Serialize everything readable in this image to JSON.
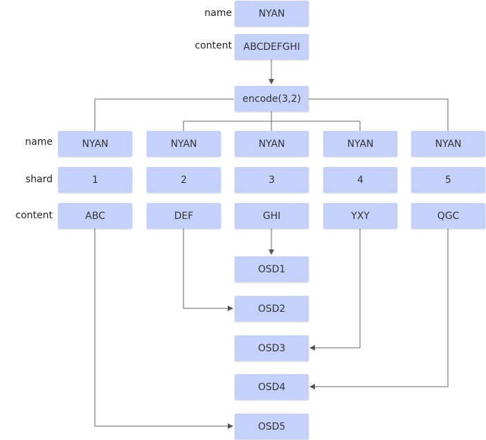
{
  "input": {
    "name_label": "name",
    "name_value": "NYAN",
    "content_label": "content",
    "content_value": "ABCDEFGHI"
  },
  "encoder": {
    "label": "encode(3,2)"
  },
  "row_labels": {
    "name": "name",
    "shard": "shard",
    "content": "content"
  },
  "shards": [
    {
      "name": "NYAN",
      "shard": "1",
      "content": "ABC"
    },
    {
      "name": "NYAN",
      "shard": "2",
      "content": "DEF"
    },
    {
      "name": "NYAN",
      "shard": "3",
      "content": "GHI"
    },
    {
      "name": "NYAN",
      "shard": "4",
      "content": "YXY"
    },
    {
      "name": "NYAN",
      "shard": "5",
      "content": "QGC"
    }
  ],
  "osds": [
    {
      "label": "OSD1"
    },
    {
      "label": "OSD2"
    },
    {
      "label": "OSD3"
    },
    {
      "label": "OSD4"
    },
    {
      "label": "OSD5"
    }
  ],
  "colors": {
    "box_fill": "#c4d2fb",
    "line": "#666666"
  }
}
